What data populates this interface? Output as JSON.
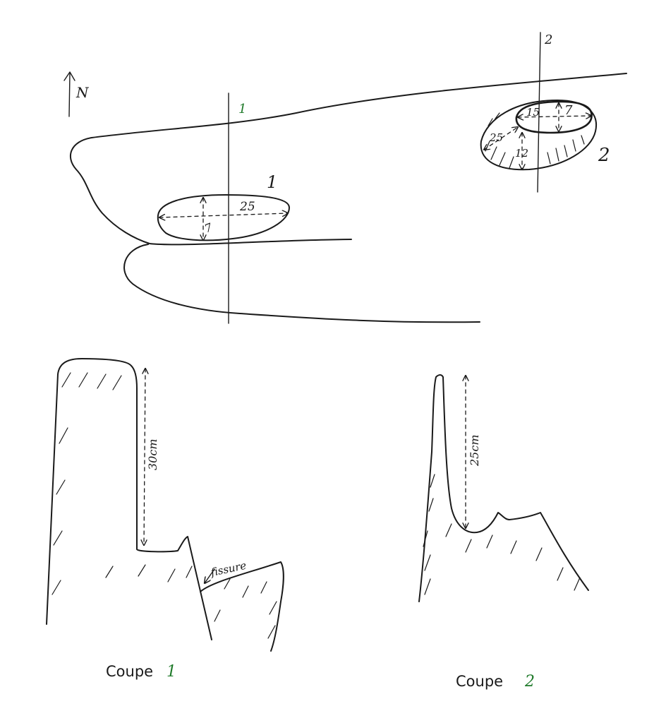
{
  "plan": {
    "north_label": "N",
    "section_line_1_label": "1",
    "section_line_2_label": "2",
    "cup_1_label": "1",
    "cup_2_label": "2",
    "cup_1_length": "25",
    "cup_1_depth": "7",
    "cup_2_outer": "25",
    "cup_2_inner_length": "15",
    "cup_2_inner_width": "7",
    "cup_2_depth": "12"
  },
  "section_1": {
    "depth_label": "30cm",
    "crack_label": "fissure",
    "caption": "Coupe",
    "caption_number": "1"
  },
  "section_2": {
    "depth_label": "25cm",
    "caption": "Coupe",
    "caption_number": "2"
  },
  "colors": {
    "ink": "#1a1a1a",
    "green_ink": "#1f7a2a",
    "paper": "#ffffff"
  }
}
